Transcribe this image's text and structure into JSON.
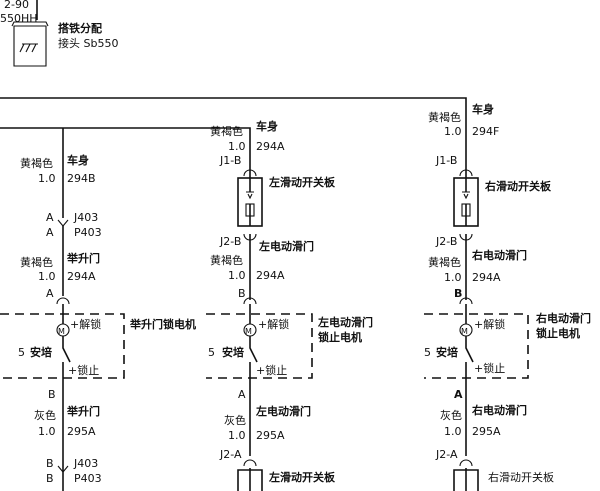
{
  "top_ground": {
    "partial_label": "2-90",
    "node_label": "550HH",
    "name_line1": "搭铁分配",
    "name_line2": "接头 Sb550"
  },
  "col_left": {
    "wire1": {
      "color": "黄褐色",
      "gauge": "1.0",
      "circuit": "294B",
      "location": "车身"
    },
    "conn1": {
      "pin1": "A",
      "pin2": "A",
      "name1": "J403",
      "name2": "P403"
    },
    "wire2": {
      "color": "黄褐色",
      "gauge": "1.0",
      "circuit": "294A",
      "location": "举升门"
    },
    "pin_in": "A",
    "motor": {
      "plus_unlock": "+解锁",
      "plus_lock": "+锁止",
      "ground_pin": "5",
      "ground_label": "安培",
      "name": "举升门锁电机"
    },
    "pin_out": "B",
    "wire3": {
      "color": "灰色",
      "gauge": "1.0",
      "circuit": "295A",
      "location": "举升门"
    },
    "conn2": {
      "pin1": "B",
      "pin2": "B",
      "name1": "J403",
      "name2": "P403"
    }
  },
  "col_mid": {
    "wire1": {
      "color": "黄褐色",
      "gauge": "1.0",
      "circuit": "294A",
      "location": "车身"
    },
    "conn_top": "J1-B",
    "switch_name": "左滑动开关板",
    "conn_bot": "J2-B",
    "door_label": "左电动滑门",
    "wire2": {
      "color": "黄褐色",
      "gauge": "1.0",
      "circuit": "294A"
    },
    "pin_in": "B",
    "motor": {
      "plus_unlock": "+解锁",
      "plus_lock": "+锁止",
      "ground_pin": "5",
      "ground_label": "安培",
      "name_line1": "左电动滑门",
      "name_line2": "锁止电机"
    },
    "pin_out": "A",
    "wire3": {
      "color": "灰色",
      "gauge": "1.0",
      "circuit": "295A",
      "location": "左电动滑门"
    },
    "conn_bottom": "J2-A",
    "switch_name2": "左滑动开关板"
  },
  "col_right": {
    "wire1": {
      "color": "黄褐色",
      "gauge": "1.0",
      "circuit": "294F",
      "location": "车身"
    },
    "conn_top": "J1-B",
    "switch_name": "右滑动开关板",
    "conn_bot": "J2-B",
    "door_label": "右电动滑门",
    "wire2": {
      "color": "黄褐色",
      "gauge": "1.0",
      "circuit": "294A"
    },
    "pin_in": "B",
    "motor": {
      "plus_unlock": "+解锁",
      "plus_lock": "+锁止",
      "ground_pin": "5",
      "ground_label": "安培",
      "name_line1": "右电动滑门",
      "name_line2": "锁止电机"
    },
    "pin_out": "A",
    "wire3": {
      "color": "灰色",
      "gauge": "1.0",
      "circuit": "295A",
      "location": "右电动滑门"
    },
    "conn_bottom": "J2-A",
    "switch_name2": "右滑动开关板"
  }
}
